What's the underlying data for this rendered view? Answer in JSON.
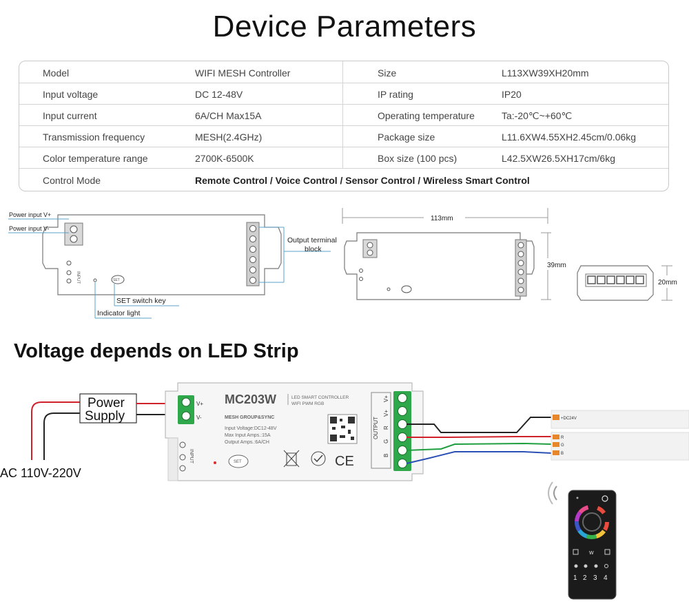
{
  "title": "Device Parameters",
  "specs": [
    {
      "label1": "Model",
      "value1": "WIFI MESH Controller",
      "label2": "Size",
      "value2": "L113XW39XH20mm"
    },
    {
      "label1": "Input voltage",
      "value1": "DC 12-48V",
      "label2": "IP rating",
      "value2": "IP20"
    },
    {
      "label1": "Input current",
      "value1": "6A/CH  Max15A",
      "label2": "Operating temperature",
      "value2": "Ta:-20℃~+60℃"
    },
    {
      "label1": "Transmission frequency",
      "value1": "MESH(2.4GHz)",
      "label2": "Package size",
      "value2": "L11.6XW4.55XH2.45cm/0.06kg"
    },
    {
      "label1": "Color temperature range",
      "value1": "2700K-6500K",
      "label2": "Box size (100 pcs)",
      "value2": "L42.5XW26.5XH17cm/6kg"
    }
  ],
  "control_mode": {
    "label": "Control Mode",
    "value": "Remote Control / Voice Control / Sensor Control / Wireless Smart Control"
  },
  "diagram": {
    "power_input_vplus": "Power input V+",
    "power_input_vminus": "Power input V-",
    "output_terminal_line1": "Output terminal",
    "output_terminal_line2": "block",
    "set_switch_key": "SET switch key",
    "indicator_light": "Indicator light",
    "input_label": "INPUT",
    "set_label": "SET",
    "dim_length": "113mm",
    "dim_width": "39mm",
    "dim_height": "20mm"
  },
  "heading2": "Voltage depends on LED Strip",
  "wiring": {
    "power_supply_line1": "Power",
    "power_supply_line2": "Supply",
    "ac": "AC 110V-220V",
    "model": "MC203W",
    "product_line1": "LED SMART CONTROLLER",
    "product_line2": "WIFI PWM RGB",
    "mesh": "MESH GROUP&SYNC",
    "spec1": "Input Voltage:DC12-48V",
    "spec2": "Max Input Amps.:15A",
    "spec3": "Output Amps.:6A/CH",
    "vplus": "V+",
    "vminus": "V-",
    "output": "OUTPUT",
    "terminals": [
      "V+",
      "V+",
      "R",
      "G",
      "B"
    ],
    "set": "SET",
    "input": "INPUT",
    "ce": "CE",
    "strip_dc": "+DC24V",
    "strip_r": "R",
    "strip_g": "G",
    "strip_b": "B",
    "remote_w": "W",
    "remote_keys": [
      "1",
      "2",
      "3",
      "4"
    ]
  },
  "colors": {
    "red": "#d0202a",
    "green": "#1e9e3e",
    "blue": "#2a4fb5",
    "terminal": "#2ea84a",
    "strip_pad": "#e8872a"
  }
}
